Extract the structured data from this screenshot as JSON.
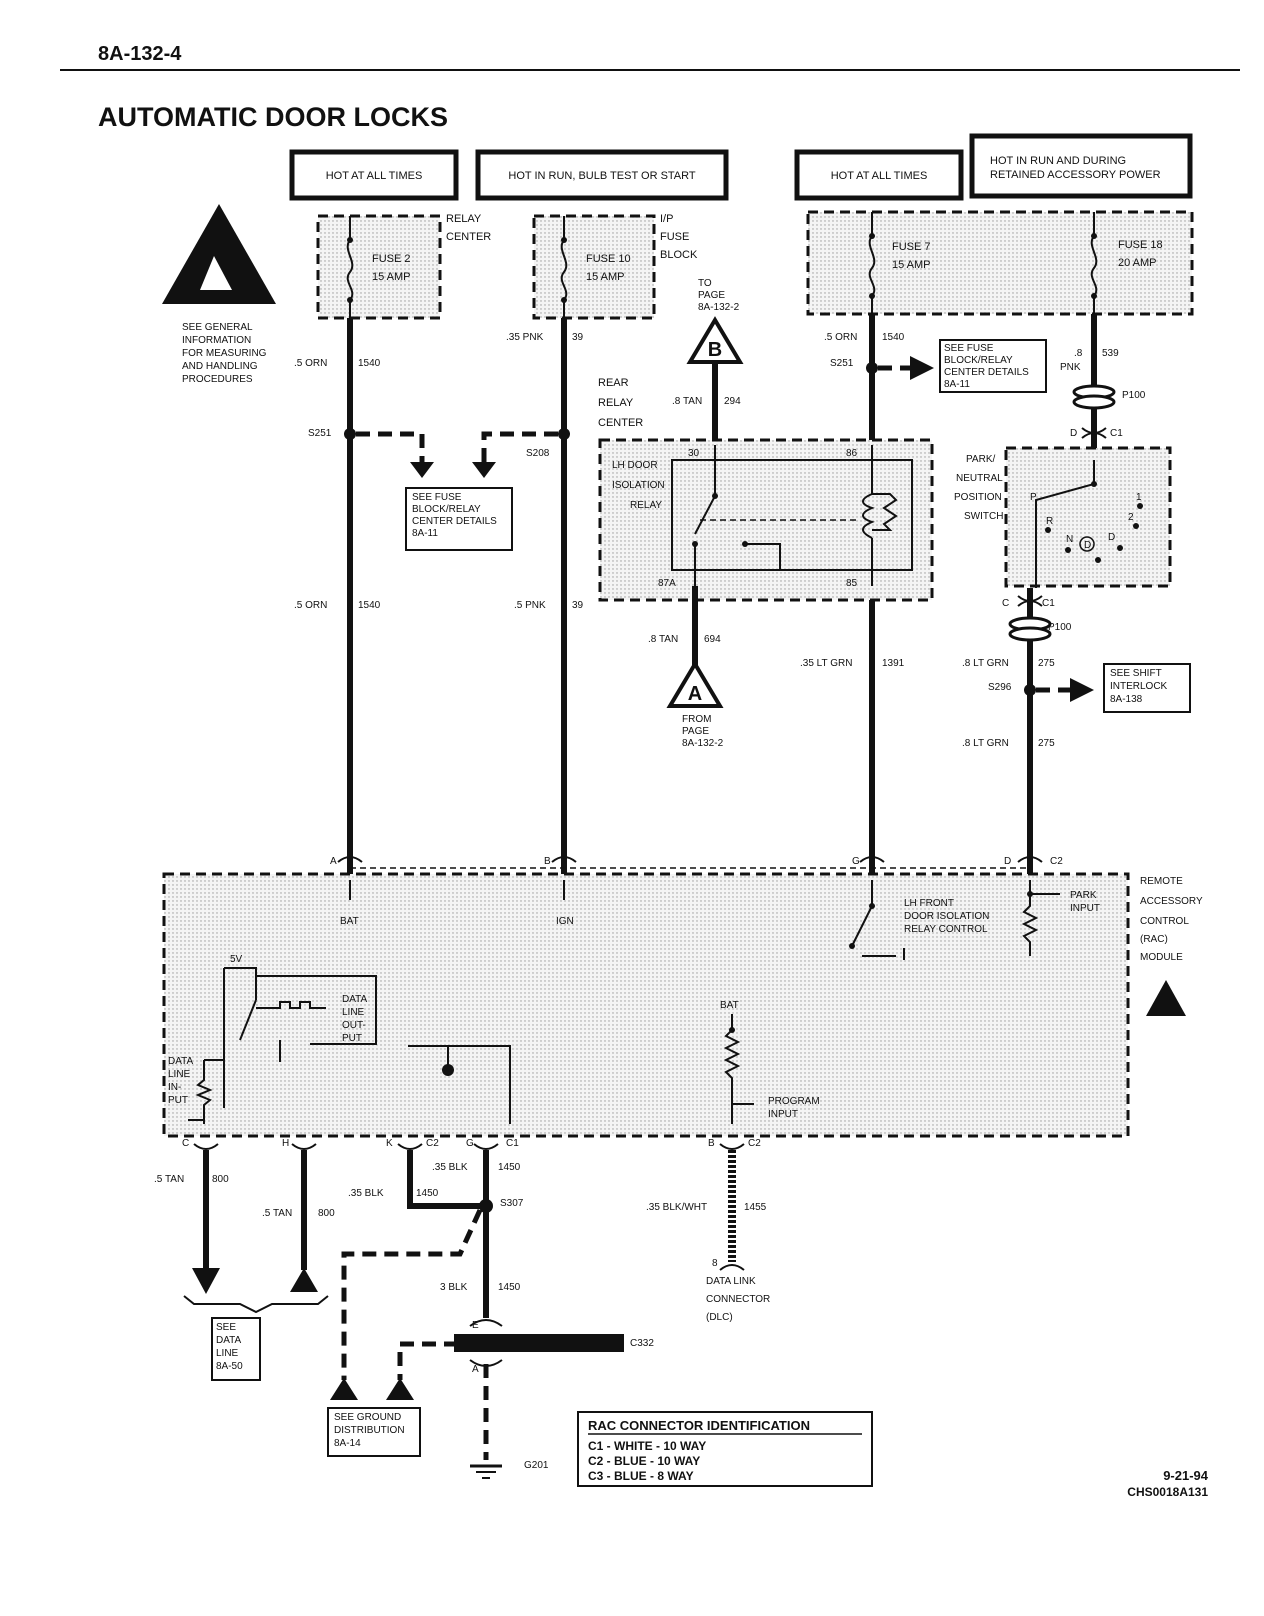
{
  "page": {
    "number": "8A-132-4",
    "title": "AUTOMATIC DOOR LOCKS",
    "date": "9-21-94",
    "code": "CHS0018A131"
  },
  "power": {
    "hot1": "HOT AT ALL TIMES",
    "hot2": "HOT IN RUN, BULB TEST OR START",
    "hot3": "HOT AT ALL TIMES",
    "hot4_line1": "HOT IN RUN AND DURING",
    "hot4_line2": "RETAINED ACCESSORY POWER"
  },
  "fuses": {
    "f2_name": "FUSE 2",
    "f2_rating": "15 AMP",
    "f10_name": "FUSE 10",
    "f10_rating": "15 AMP",
    "f7_name": "FUSE 7",
    "f7_rating": "15 AMP",
    "f18_name": "FUSE 18",
    "f18_rating": "20 AMP",
    "relay_center_1": "RELAY",
    "relay_center_2": "CENTER",
    "ip_1": "I/P",
    "ip_2": "FUSE",
    "ip_3": "BLOCK"
  },
  "esd_note": [
    "SEE GENERAL",
    "INFORMATION",
    "FOR MEASURING",
    "AND HANDLING",
    "PROCEDURES"
  ],
  "wires": {
    "w1_gauge": ".5 ORN",
    "w1_circuit": "1540",
    "w1b_gauge": ".5 ORN",
    "w1b_circuit": "1540",
    "w2_gauge": ".35 PNK",
    "w2_circuit": "39",
    "w2b_gauge": ".5 PNK",
    "w2b_circuit": "39",
    "w3_gauge": ".5 ORN",
    "w3_circuit": "1540",
    "w3b_gauge": ".35 LT GRN",
    "w3b_circuit": "1391",
    "w4_gauge": ".8",
    "w4_color": "PNK",
    "w4_circuit": "539",
    "w4b_gauge": ".8 LT GRN",
    "w4b_circuit": "275",
    "w4c_gauge": ".8 LT GRN",
    "w4c_circuit": "275",
    "tan294_gauge": ".8 TAN",
    "tan294_circuit": "294",
    "tan694_gauge": ".8 TAN",
    "tan694_circuit": "694",
    "c800a_gauge": ".5 TAN",
    "c800a_circuit": "800",
    "c800b_gauge": ".5 TAN",
    "c800b_circuit": "800",
    "blk1_gauge": ".35 BLK",
    "blk1_circuit": "1450",
    "blk2_gauge": ".35 BLK",
    "blk2_circuit": "1450",
    "blk3_gauge": "3 BLK",
    "blk3_circuit": "1450",
    "blkwht_gauge": ".35 BLK/WHT",
    "blkwht_circuit": "1455"
  },
  "splices": {
    "s251a": "S251",
    "s208": "S208",
    "s251b": "S251",
    "s296": "S296",
    "s307": "S307",
    "p100a": "P100",
    "p100b": "P100",
    "c1a": "C1",
    "c1b": "C1",
    "da": "D",
    "ca": "C"
  },
  "refs": {
    "fuse_detail_1": [
      "SEE FUSE",
      "BLOCK/RELAY",
      "CENTER DETAILS",
      "8A-11"
    ],
    "fuse_detail_2": [
      "SEE FUSE",
      "BLOCK/RELAY",
      "CENTER DETAILS",
      "8A-11"
    ],
    "shift_interlock": [
      "SEE SHIFT",
      "INTERLOCK",
      "8A-138"
    ],
    "to_page": [
      "TO",
      "PAGE",
      "8A-132-2"
    ],
    "from_page": [
      "FROM",
      "PAGE",
      "8A-132-2"
    ],
    "data_line": [
      "SEE",
      "DATA",
      "LINE",
      "8A-50"
    ],
    "ground_dist": [
      "SEE GROUND",
      "DISTRIBUTION",
      "8A-14"
    ],
    "b_label": "B",
    "a_label": "A"
  },
  "relay": {
    "center": [
      "REAR",
      "RELAY",
      "CENTER"
    ],
    "name": [
      "LH DOOR",
      "ISOLATION",
      "RELAY"
    ],
    "pin30": "30",
    "pin86": "86",
    "pin87a": "87A",
    "pin85": "85"
  },
  "pnp_switch": {
    "label": [
      "PARK/",
      "NEUTRAL",
      "POSITION",
      "SWITCH"
    ],
    "positions": [
      "P",
      "R",
      "N",
      "D",
      "D",
      "2",
      "1"
    ]
  },
  "rac": {
    "label": [
      "REMOTE",
      "ACCESSORY",
      "CONTROL",
      "(RAC)",
      "MODULE"
    ],
    "bat": "BAT",
    "ign": "IGN",
    "bat2": "BAT",
    "lh_front": [
      "LH FRONT",
      "DOOR ISOLATION",
      "RELAY CONTROL"
    ],
    "park_input": [
      "PARK",
      "INPUT"
    ],
    "v5": "5V",
    "data_out": [
      "DATA",
      "LINE",
      "OUT-",
      "PUT"
    ],
    "data_in": [
      "DATA",
      "LINE",
      "IN-",
      "PUT"
    ],
    "program_input": [
      "PROGRAM",
      "INPUT"
    ],
    "pins_top": [
      "A",
      "B",
      "G",
      "D",
      "C2"
    ],
    "pins_bottom": [
      "C",
      "H",
      "K",
      "C2",
      "G",
      "C1",
      "B",
      "C2"
    ]
  },
  "dlc": [
    "8",
    "DATA LINK",
    "CONNECTOR",
    "(DLC)"
  ],
  "c332": "C332",
  "c332_e": "E",
  "c332_a": "A",
  "g201": "G201",
  "rac_id": {
    "title": "RAC CONNECTOR IDENTIFICATION",
    "rows": [
      "C1 - WHITE - 10 WAY",
      "C2 - BLUE - 10 WAY",
      "C3 - BLUE - 8 WAY"
    ]
  }
}
